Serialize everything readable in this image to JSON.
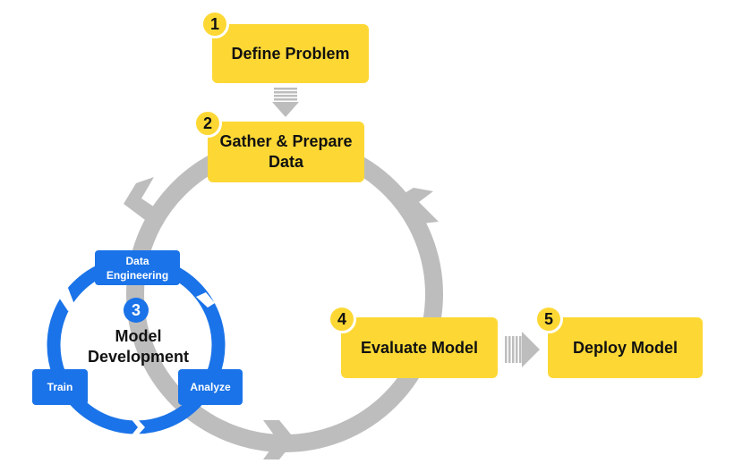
{
  "steps": [
    {
      "number": "1",
      "label": "Define Problem"
    },
    {
      "number": "2",
      "label": "Gather & Prepare Data"
    },
    {
      "number": "3",
      "label": "Model Development"
    },
    {
      "number": "4",
      "label": "Evaluate Model"
    },
    {
      "number": "5",
      "label": "Deploy Model"
    }
  ],
  "dev_cycle": {
    "data_engineering": "Data Engineering",
    "train": "Train",
    "analyze": "Analyze"
  },
  "colors": {
    "step_box": "#fdd835",
    "dev_blue": "#1a73e8",
    "outer_loop": "#bdbdbd",
    "text": "#111111"
  }
}
